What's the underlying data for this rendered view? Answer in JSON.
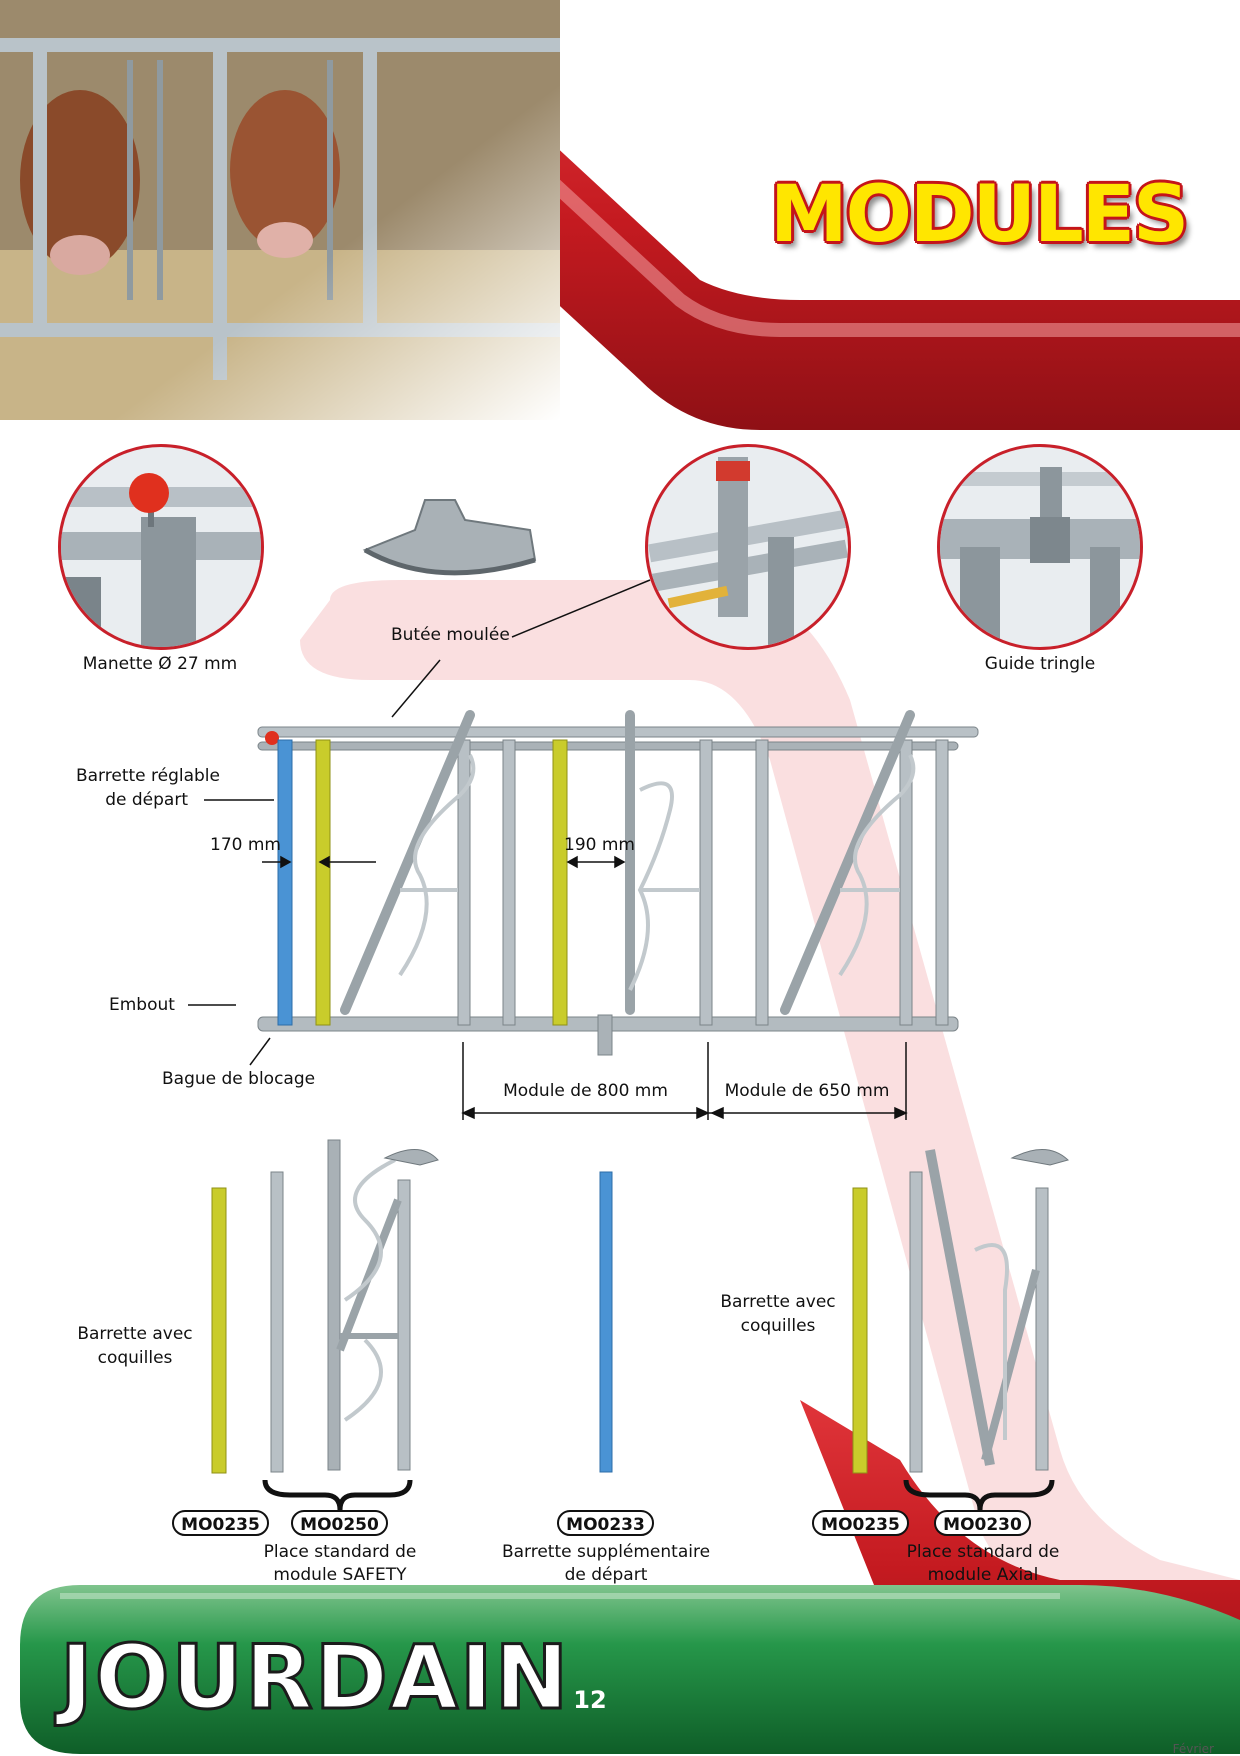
{
  "page": {
    "title": "MODULES",
    "page_number": "12",
    "month": "Février",
    "brand": "JOURDAIN"
  },
  "details": {
    "manette": "Manette Ø 27 mm",
    "butee": "Butée moulée",
    "guide": "Guide tringle"
  },
  "diagram": {
    "barrette_reglable_l1": "Barrette réglable",
    "barrette_reglable_l2": "de départ",
    "dim_170": "170 mm",
    "dim_190": "190 mm",
    "embout": "Embout",
    "bague": "Bague de blocage",
    "module_800": "Module de 800 mm",
    "module_650": "Module de 650 mm"
  },
  "parts": {
    "left_label_l1": "Barrette avec",
    "left_label_l2": "coquilles",
    "right_label_l1": "Barrette avec",
    "right_label_l2": "coquilles",
    "code_mo0235_a": "MO0235",
    "code_mo0250": "MO0250",
    "code_mo0233": "MO0233",
    "code_mo0235_b": "MO0235",
    "code_mo0230": "MO0230",
    "safety_l1": "Place standard de",
    "safety_l2": "module SAFETY",
    "depart_l1": "Barrette supplémentaire",
    "depart_l2": "de départ",
    "axial_l1": "Place standard de",
    "axial_l2": "module Axial"
  },
  "colors": {
    "red": "#d8262c",
    "green": "#1f8a3a",
    "yellow": "#ffe600",
    "blue_bar": "#3f8fd2",
    "yellow_bar": "#c9cc2b"
  }
}
